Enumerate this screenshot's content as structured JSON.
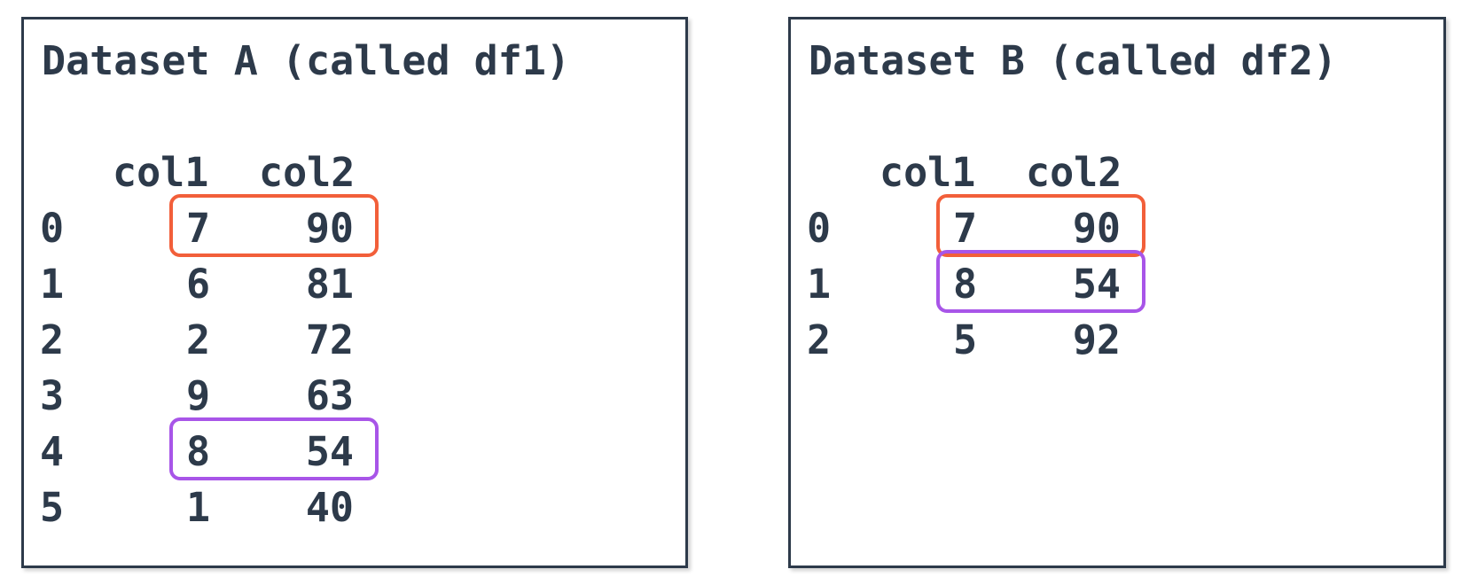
{
  "colors": {
    "text": "#2d3a4a",
    "border": "#2d3a4a",
    "highlight_orange": "#f25f3a",
    "highlight_purple": "#a855e8"
  },
  "dataset_a": {
    "title": "Dataset A (called df1)",
    "columns": [
      "col1",
      "col2"
    ],
    "rows": [
      {
        "index": "0",
        "col1": "7",
        "col2": "90"
      },
      {
        "index": "1",
        "col1": "6",
        "col2": "81"
      },
      {
        "index": "2",
        "col1": "2",
        "col2": "72"
      },
      {
        "index": "3",
        "col1": "9",
        "col2": "63"
      },
      {
        "index": "4",
        "col1": "8",
        "col2": "54"
      },
      {
        "index": "5",
        "col1": "1",
        "col2": "40"
      }
    ],
    "highlights": [
      {
        "row": 0,
        "color": "orange"
      },
      {
        "row": 4,
        "color": "purple"
      }
    ]
  },
  "dataset_b": {
    "title": "Dataset B (called df2)",
    "columns": [
      "col1",
      "col2"
    ],
    "rows": [
      {
        "index": "0",
        "col1": "7",
        "col2": "90"
      },
      {
        "index": "1",
        "col1": "8",
        "col2": "54"
      },
      {
        "index": "2",
        "col1": "5",
        "col2": "92"
      }
    ],
    "highlights": [
      {
        "row": 0,
        "color": "orange"
      },
      {
        "row": 1,
        "color": "purple"
      }
    ]
  }
}
